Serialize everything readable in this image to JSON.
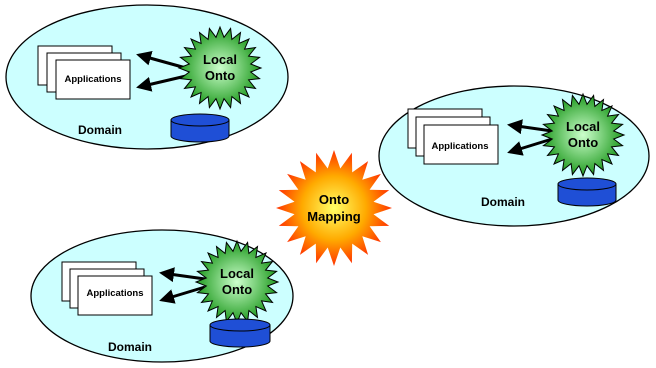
{
  "colors": {
    "domain_fill": "#ccffff",
    "star_green_center": "#ccffcc",
    "star_green_edge": "#1f9a1f",
    "star_mapping_center": "#ffff66",
    "star_mapping_edge": "#ff3300",
    "database": "#1f4fd6",
    "arrow": "#000000"
  },
  "domains": [
    {
      "id": "top-left",
      "applications_label": "Applications",
      "ontology_label": [
        "Local",
        "Onto"
      ],
      "domain_label": "Domain",
      "icons": [
        "document-stack-icon",
        "database-icon",
        "starburst-icon"
      ]
    },
    {
      "id": "right",
      "applications_label": "Applications",
      "ontology_label": [
        "Local",
        "Onto"
      ],
      "domain_label": "Domain",
      "icons": [
        "document-stack-icon",
        "database-icon",
        "starburst-icon"
      ]
    },
    {
      "id": "bottom-left",
      "applications_label": "Applications",
      "ontology_label": [
        "Local",
        "Onto"
      ],
      "domain_label": "Domain",
      "icons": [
        "document-stack-icon",
        "database-icon",
        "starburst-icon"
      ]
    }
  ],
  "mapping": {
    "label": [
      "Onto",
      "Mapping"
    ],
    "icon": "starburst-icon"
  }
}
